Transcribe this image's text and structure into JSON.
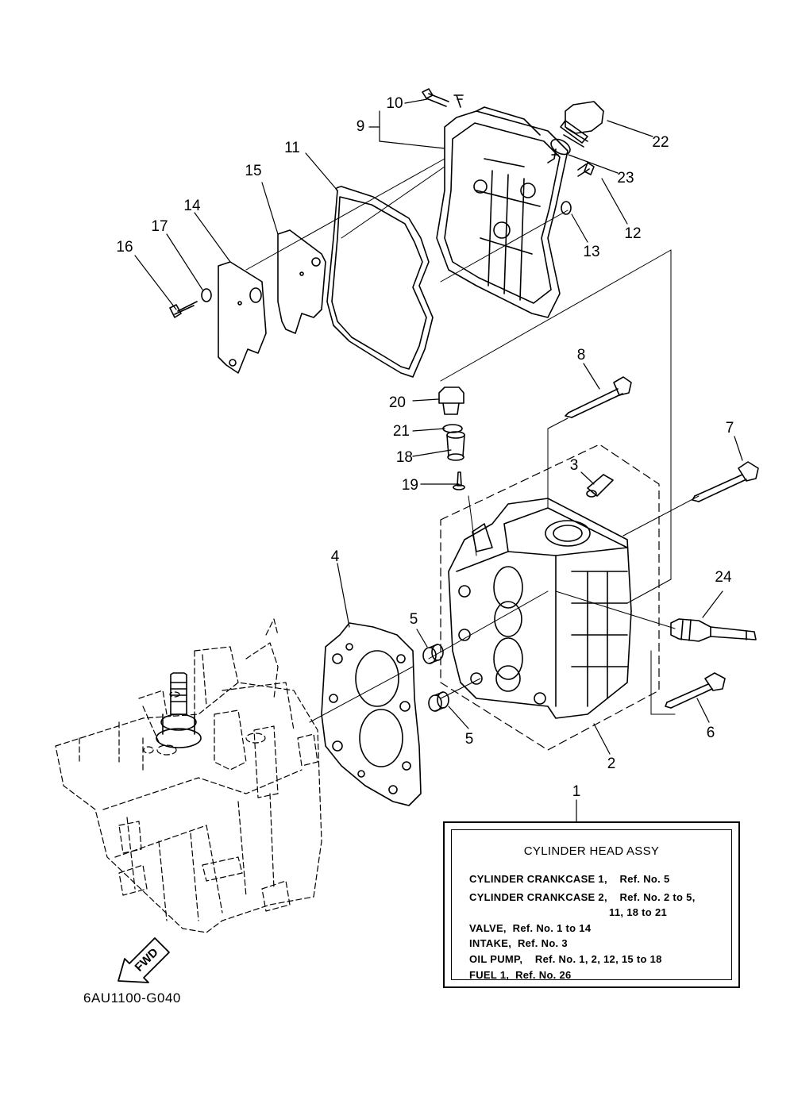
{
  "callouts": {
    "c1": "1",
    "c2": "2",
    "c3": "3",
    "c4": "4",
    "c5a": "5",
    "c5b": "5",
    "c6": "6",
    "c7": "7",
    "c8": "8",
    "c9": "9",
    "c10": "10",
    "c11": "11",
    "c12": "12",
    "c13": "13",
    "c14": "14",
    "c15": "15",
    "c16": "16",
    "c17": "17",
    "c18": "18",
    "c19": "19",
    "c20": "20",
    "c21": "21",
    "c22": "22",
    "c23": "23",
    "c24": "24"
  },
  "reference_box": {
    "title": "CYLINDER HEAD ASSY",
    "lines": [
      "CYLINDER CRANKCASE 1,    Ref. No. 5",
      "CYLINDER CRANKCASE 2,    Ref. No. 2 to 5,",
      "                                             11, 18 to 21",
      "VALVE,  Ref. No. 1 to 14",
      "INTAKE,  Ref. No. 3",
      "OIL PUMP,    Ref. No. 1, 2, 12, 15 to 18",
      "FUEL 1,  Ref. No. 26"
    ]
  },
  "fwd_label": "FWD",
  "diagram_code": "6AU1100-G040"
}
